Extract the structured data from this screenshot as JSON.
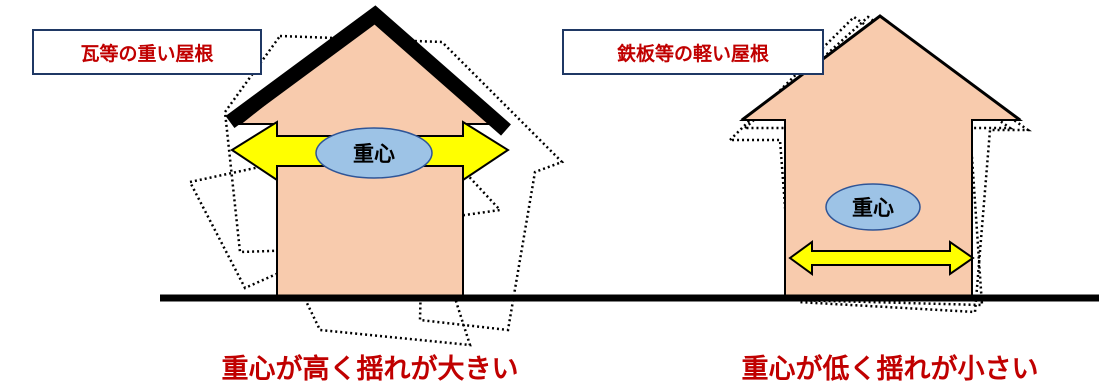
{
  "houses": [
    {
      "id": "heavy",
      "roof_label": "瓦等の重い屋根",
      "cog_label": "重心",
      "caption": "重心が高く揺れが大きい"
    },
    {
      "id": "light",
      "roof_label": "鉄板等の軽い屋根",
      "cog_label": "重心",
      "caption": "重心が低く揺れが小さい"
    }
  ],
  "colors": {
    "house_fill": "#f8cbad",
    "arrow_fill": "#ffff00",
    "cog_fill": "#9dc3e6",
    "caption_text": "#c00000",
    "label_border": "#1f3864"
  }
}
